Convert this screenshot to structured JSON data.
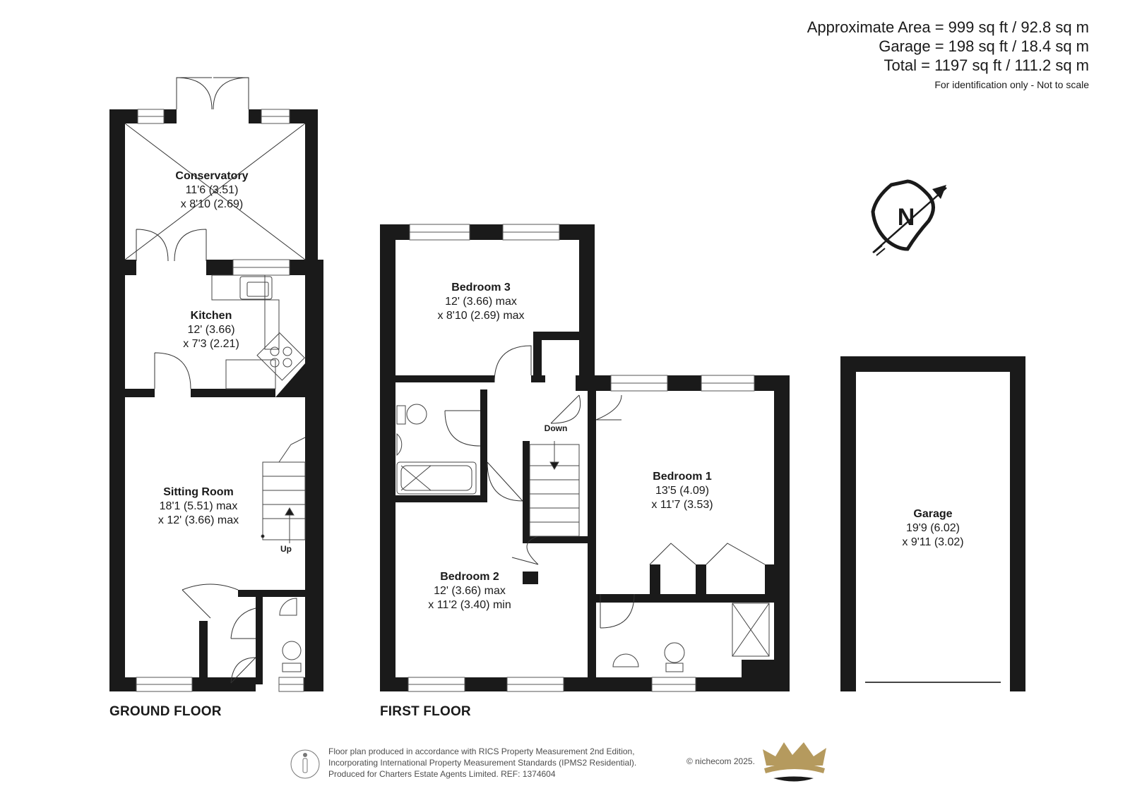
{
  "area": {
    "approximate": "Approximate Area = 999 sq ft / 92.8 sq m",
    "garage": "Garage = 198 sq ft / 18.4 sq m",
    "total": "Total = 1197 sq ft / 111.2 sq m",
    "note": "For identification only - Not to scale"
  },
  "rooms": {
    "conservatory": {
      "name": "Conservatory",
      "dim1": "11'6 (3.51)",
      "dim2": "x 8'10 (2.69)"
    },
    "kitchen": {
      "name": "Kitchen",
      "dim1": "12' (3.66)",
      "dim2": "x 7'3 (2.21)"
    },
    "sitting_room": {
      "name": "Sitting Room",
      "dim1": "18'1 (5.51) max",
      "dim2": "x 12' (3.66) max"
    },
    "bedroom3": {
      "name": "Bedroom 3",
      "dim1": "12' (3.66) max",
      "dim2": "x 8'10 (2.69) max"
    },
    "bedroom2": {
      "name": "Bedroom 2",
      "dim1": "12' (3.66) max",
      "dim2": "x 11'2 (3.40) min"
    },
    "bedroom1": {
      "name": "Bedroom 1",
      "dim1": "13'5 (4.09)",
      "dim2": "x 11'7 (3.53)"
    },
    "garage": {
      "name": "Garage",
      "dim1": "19'9 (6.02)",
      "dim2": "x 9'11 (3.02)"
    }
  },
  "stairs": {
    "up": "Up",
    "down": "Down"
  },
  "floors": {
    "ground": "GROUND FLOOR",
    "first": "FIRST FLOOR"
  },
  "compass": {
    "letter": "N"
  },
  "footer": {
    "line1": "Floor plan produced in accordance with RICS Property Measurement 2nd Edition,",
    "line2": "Incorporating International Property Measurement Standards (IPMS2 Residential).",
    "line3": "Produced for Charters Estate Agents Limited.   REF: 1374604",
    "copyright": "© nichecom 2025."
  },
  "colors": {
    "wall": "#1a1a1a",
    "fixture": "#555555",
    "crown_gold": "#b59a5e"
  }
}
